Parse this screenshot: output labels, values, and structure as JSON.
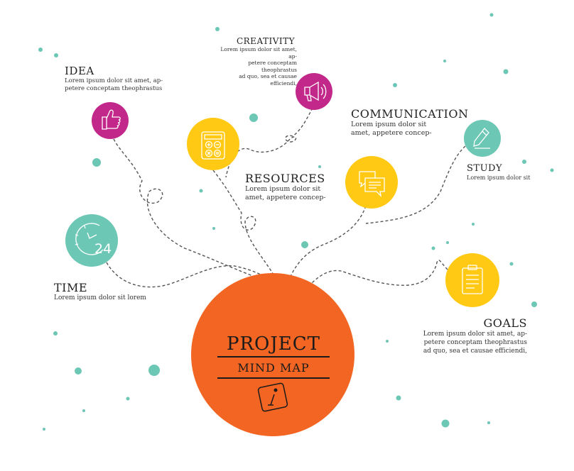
{
  "colors": {
    "teal": "#6cc7b5",
    "magenta": "#c1288a",
    "yellow": "#ffc914",
    "orange": "#f26522",
    "line": "#555555",
    "text": "#222222"
  },
  "center": {
    "title": "PROJECT",
    "subtitle": "MIND MAP",
    "icon": "info-icon"
  },
  "nodes": {
    "idea": {
      "title": "IDEA",
      "text": "Lorem ipsum dolor sit amet, ap-\npetere conceptam theophrastus",
      "icon": "thumbs-up-icon",
      "color": "magenta"
    },
    "creativity": {
      "title": "CREATIVITY",
      "text": "Lorem ipsum dolor sit amet, ap-\npetere conceptam theophrastus\nad quo, sea et causae efficiendi,",
      "icon": "megaphone-icon",
      "color": "magenta"
    },
    "resources": {
      "title": "RESOURCES",
      "text": "Lorem ipsum dolor sit\namet, appetere concep-",
      "icon": "calculator-icon",
      "color": "yellow"
    },
    "communication": {
      "title": "COMMUNICATION",
      "text": "Lorem ipsum dolor sit\namet, appetere concep-",
      "icon": "chat-bubbles-icon",
      "color": "yellow"
    },
    "study": {
      "title": "STUDY",
      "text": "Lorem ipsum dolor sit",
      "icon": "pencil-icon",
      "color": "teal"
    },
    "time": {
      "title": "TIME",
      "text": "Lorem ipsum dolor sit lorem",
      "icon": "clock-24-icon",
      "color": "teal",
      "icon_text": "24"
    },
    "goals": {
      "title": "GOALS",
      "text": "Lorem ipsum dolor sit amet, ap-\npetere conceptam theophrastus\nad quo, sea et causae efficiendi,",
      "icon": "clipboard-icon",
      "color": "yellow"
    }
  }
}
